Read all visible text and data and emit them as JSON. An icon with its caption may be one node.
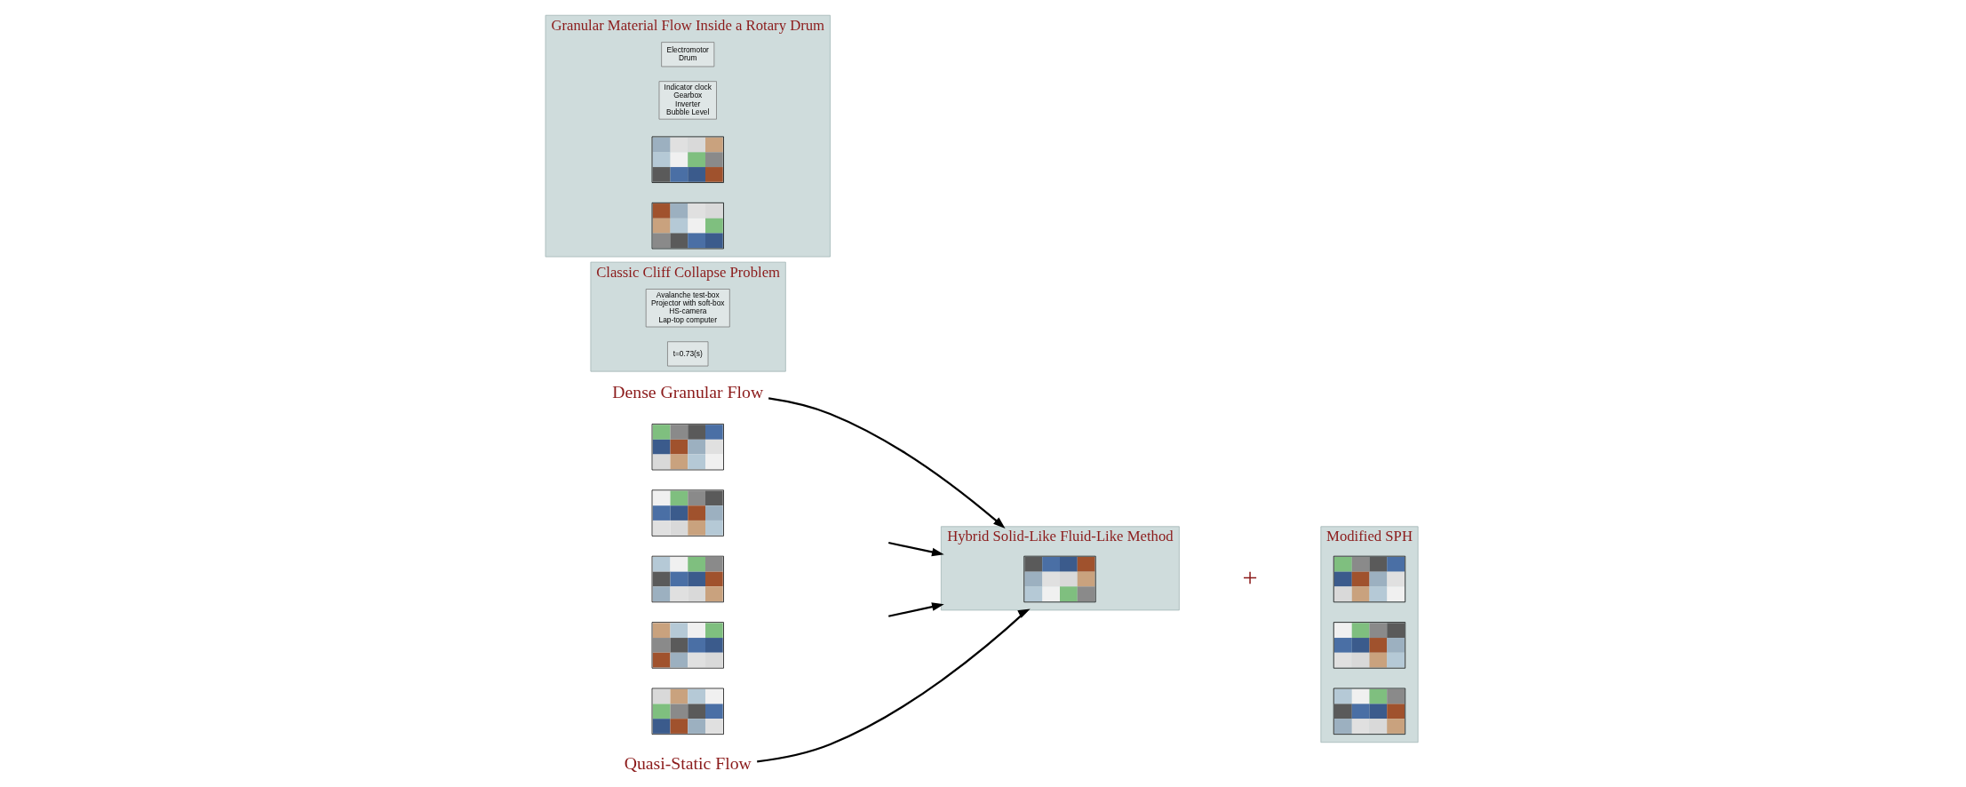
{
  "diagram": {
    "nodes": [
      {
        "text": [
          "Dense Granular Flow"
        ]
      },
      {
        "text": [],
        "shape": "picture"
      },
      {
        "text": [],
        "shape": "picture"
      },
      {
        "text": [],
        "shape": "picture"
      },
      {
        "text": [],
        "shape": "picture"
      },
      {
        "text": [],
        "shape": "picture"
      },
      {
        "text": [
          "Quasi-Static Flow"
        ]
      },
      {
        "text": [
          "Classic Cliff Collapse Problem"
        ]
      },
      {
        "text": [
          "Avalanche test-box",
          "Projector with soft-box",
          "HS-camera",
          "Lap-top computer"
        ],
        "in": 7
      },
      {
        "text": [
          "t=0.73(s)"
        ],
        "in": 7
      },
      {
        "text": [
          "Hybrid Solid-Like Fluid-Like Method"
        ]
      },
      {
        "text": [],
        "shape": "picture",
        "in": 10
      },
      {
        "text": [
          "Modified SPH"
        ]
      },
      {
        "text": [],
        "shape": "picture",
        "in": 12
      },
      {
        "text": [],
        "shape": "picture",
        "in": 12
      },
      {
        "text": [],
        "shape": "picture",
        "in": 12
      },
      {
        "text": [
          "Granular Material Flow Inside a Rotary Drum"
        ]
      },
      {
        "text": [
          "Electromotor",
          "Drum"
        ],
        "in": 16
      },
      {
        "text": [
          "Indicator clock",
          "Gearbox",
          "Inverter",
          "Bubble Level"
        ],
        "in": 16
      },
      {
        "text": [],
        "shape": "picture",
        "in": 16
      },
      {
        "text": [],
        "shape": "picture",
        "in": 16
      }
    ],
    "edges": [
      {
        "from": 0,
        "to": 10,
        "arrow": "to"
      },
      {
        "from": null,
        "to": 10,
        "arrow": "to"
      },
      {
        "from": null,
        "to": 10,
        "arrow": "to"
      },
      {
        "from": 6,
        "to": 10,
        "arrow": "to"
      }
    ],
    "labels": [
      "+"
    ]
  }
}
